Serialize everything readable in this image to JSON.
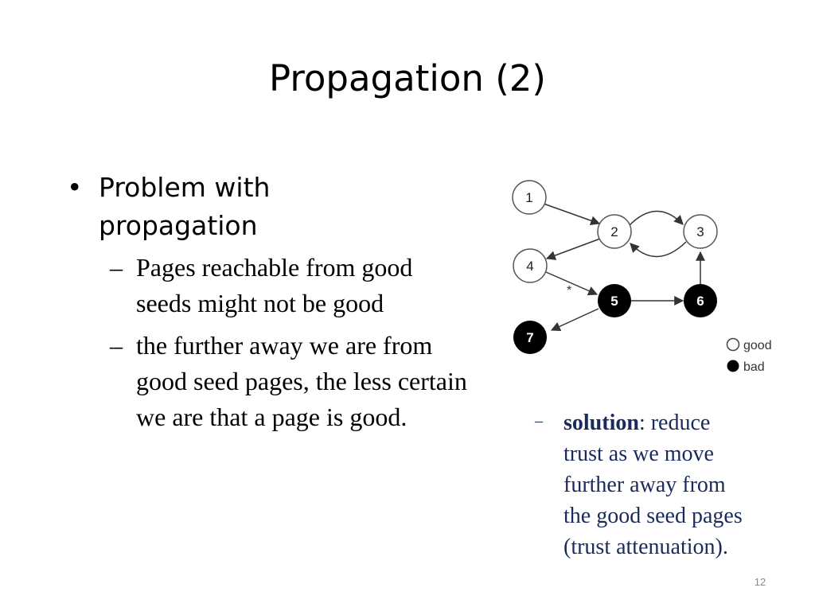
{
  "slide": {
    "title": "Propagation (2)",
    "page_number": "12"
  },
  "bullets": {
    "main": {
      "marker": "•",
      "text": "Problem with propagation"
    },
    "sub": [
      {
        "marker": "–",
        "text": "Pages reachable from good seeds might not be good"
      },
      {
        "marker": "–",
        "text": "the further away we are from good seed pages, the less certain we are that a page is good."
      }
    ]
  },
  "diagram": {
    "nodes": [
      {
        "id": "1",
        "label": "1",
        "type": "good"
      },
      {
        "id": "2",
        "label": "2",
        "type": "good"
      },
      {
        "id": "3",
        "label": "3",
        "type": "good"
      },
      {
        "id": "4",
        "label": "4",
        "type": "good"
      },
      {
        "id": "5",
        "label": "5",
        "type": "bad"
      },
      {
        "id": "6",
        "label": "6",
        "type": "bad"
      },
      {
        "id": "7",
        "label": "7",
        "type": "bad"
      }
    ],
    "edges": [
      {
        "from": "1",
        "to": "2"
      },
      {
        "from": "2",
        "to": "3"
      },
      {
        "from": "3",
        "to": "2"
      },
      {
        "from": "2",
        "to": "4"
      },
      {
        "from": "4",
        "to": "5",
        "label": "*"
      },
      {
        "from": "5",
        "to": "6"
      },
      {
        "from": "6",
        "to": "3"
      },
      {
        "from": "5",
        "to": "7"
      }
    ],
    "legend": {
      "good": "good",
      "bad": "bad"
    },
    "colors": {
      "good_fill": "#ffffff",
      "bad_fill": "#000000",
      "stroke": "#333333"
    }
  },
  "note": {
    "marker": "–",
    "bold": "solution",
    "rest": ": reduce trust as we move further away from the good seed pages (trust attenuation)."
  }
}
